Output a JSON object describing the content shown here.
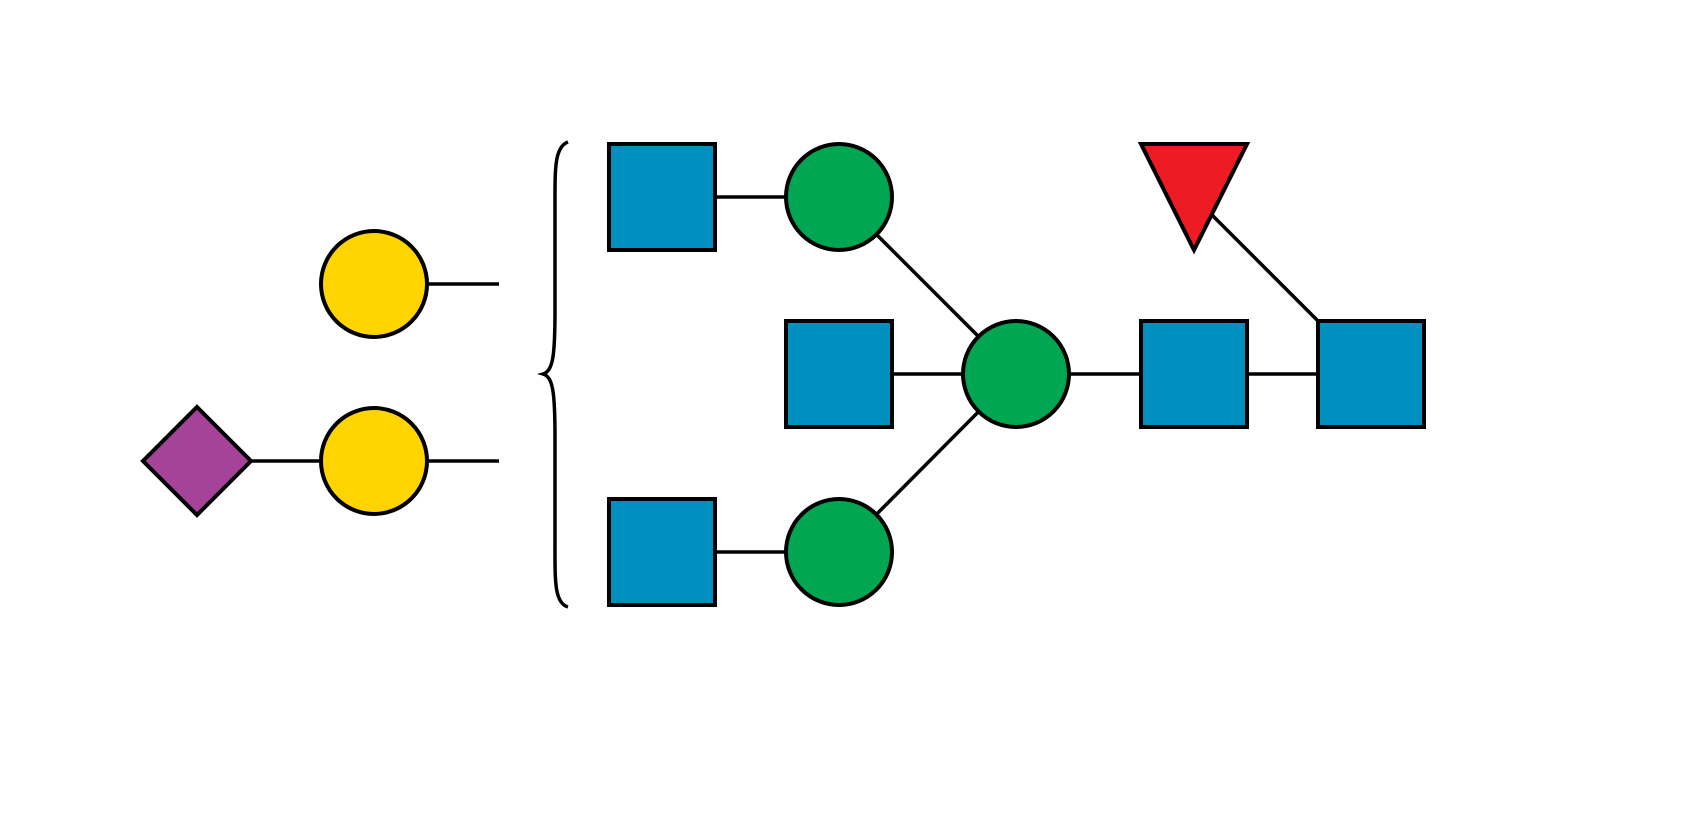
{
  "diagram": {
    "type": "glycan-snfg",
    "colors": {
      "background": "#ffffff",
      "line": "#000000",
      "glcnac": "#0090bf",
      "mannose": "#00a651",
      "galactose": "#ffd400",
      "fucose": "#ed1c24",
      "neu5ac": "#a54399"
    },
    "residues": [
      {
        "id": "core-glcnac-reducing",
        "kind": "glcnac",
        "shape": "square",
        "icon": "blue-square-icon"
      },
      {
        "id": "core-glcnac-2",
        "kind": "glcnac",
        "shape": "square",
        "icon": "blue-square-icon"
      },
      {
        "id": "core-fucose",
        "kind": "fucose",
        "shape": "triangle",
        "icon": "red-triangle-icon"
      },
      {
        "id": "core-mannose",
        "kind": "mannose",
        "shape": "circle",
        "icon": "green-circle-icon"
      },
      {
        "id": "bisecting-glcnac",
        "kind": "glcnac",
        "shape": "square",
        "icon": "blue-square-icon"
      },
      {
        "id": "upper-mannose",
        "kind": "mannose",
        "shape": "circle",
        "icon": "green-circle-icon"
      },
      {
        "id": "lower-mannose",
        "kind": "mannose",
        "shape": "circle",
        "icon": "green-circle-icon"
      },
      {
        "id": "upper-antenna-glcnac",
        "kind": "glcnac",
        "shape": "square",
        "icon": "blue-square-icon"
      },
      {
        "id": "lower-antenna-glcnac",
        "kind": "glcnac",
        "shape": "square",
        "icon": "blue-square-icon"
      },
      {
        "id": "floating-galactose-1",
        "kind": "galactose",
        "shape": "circle",
        "icon": "yellow-circle-icon"
      },
      {
        "id": "floating-galactose-2",
        "kind": "galactose",
        "shape": "circle",
        "icon": "yellow-circle-icon"
      },
      {
        "id": "floating-neu5ac",
        "kind": "neu5ac",
        "shape": "diamond",
        "icon": "purple-diamond-icon"
      }
    ],
    "linkages": [
      {
        "from": "core-glcnac-reducing",
        "to": "core-glcnac-2"
      },
      {
        "from": "core-glcnac-reducing",
        "to": "core-fucose"
      },
      {
        "from": "core-glcnac-2",
        "to": "core-mannose"
      },
      {
        "from": "core-mannose",
        "to": "bisecting-glcnac"
      },
      {
        "from": "core-mannose",
        "to": "upper-mannose"
      },
      {
        "from": "core-mannose",
        "to": "lower-mannose"
      },
      {
        "from": "upper-mannose",
        "to": "upper-antenna-glcnac"
      },
      {
        "from": "lower-mannose",
        "to": "lower-antenna-glcnac"
      },
      {
        "from": "floating-neu5ac",
        "to": "floating-galactose-2"
      },
      {
        "from": "floating-galactose-1",
        "to": "open-end"
      },
      {
        "from": "floating-galactose-2",
        "to": "open-end"
      }
    ]
  }
}
